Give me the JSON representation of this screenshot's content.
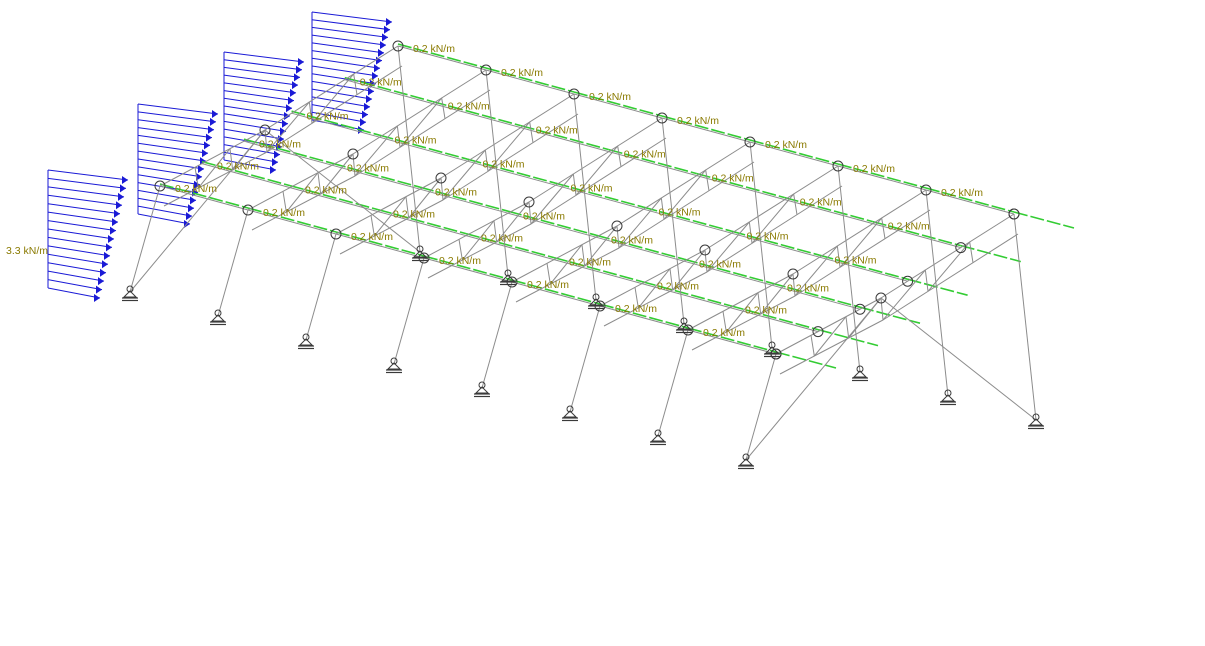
{
  "view": {
    "title": "",
    "colors": {
      "background": "#ffffff",
      "member": "#8c8c8c",
      "node": "#3a3a3a",
      "support": "#3a3a3a",
      "line_load": "#33cc33",
      "wind_load": "#1a1ad6",
      "load_label": "#8a7a00"
    }
  },
  "loads": {
    "uniform_label": "0.2 kN/m",
    "wind_label": "3.3 kN/m"
  },
  "structure": {
    "frame_count": 8,
    "support_icon": "fixed-support-icon",
    "node_icon": "hinge-node-icon"
  }
}
